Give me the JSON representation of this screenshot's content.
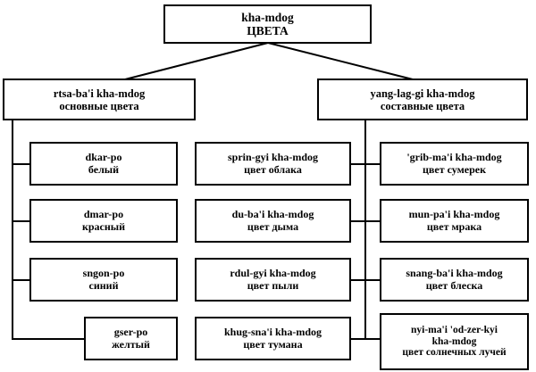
{
  "diagram": {
    "title_tibetan": "kha-mdog",
    "title_russian": "ЦВЕТА",
    "root": {
      "line1": "kha-mdog",
      "line2": "ЦВЕТА"
    },
    "branches": [
      {
        "id": "basic-colors",
        "line1": "rtsa-ba'i kha-mdog",
        "line2": "основные цвета",
        "children": [
          {
            "line1": "dkar-po",
            "line2": "белый"
          },
          {
            "line1": "dmar-po",
            "line2": "красный"
          },
          {
            "line1": "sngon-po",
            "line2": "синий"
          },
          {
            "line1": "gser-po",
            "line2": "желтый"
          }
        ]
      },
      {
        "id": "composite-colors",
        "line1": "yang-lag-gi kha-mdog",
        "line2": "составные цвета",
        "children_middle": [
          {
            "line1": "sprin-gyi kha-mdog",
            "line2": "цвет облака"
          },
          {
            "line1": "du-ba'i kha-mdog",
            "line2": "цвет дыма"
          },
          {
            "line1": "rdul-gyi kha-mdog",
            "line2": "цвет пыли"
          },
          {
            "line1": "khug-sna'i kha-mdog",
            "line2": "цвет тумана"
          }
        ],
        "children_right": [
          {
            "line1": "'grib-ma'i kha-mdog",
            "line2": "цвет сумерек"
          },
          {
            "line1": "mun-pa'i kha-mdog",
            "line2": "цвет мрака"
          },
          {
            "line1": "snang-ba'i kha-mdog",
            "line2": "цвет блеска"
          },
          {
            "line1": "nyi-ma'i 'od-zer-kyi",
            "line2": "kha-mdog",
            "line3": "цвет солнечных лучей"
          }
        ]
      }
    ],
    "colors": {
      "background": "#ffffff",
      "line": "#000000",
      "text": "#000000"
    }
  }
}
